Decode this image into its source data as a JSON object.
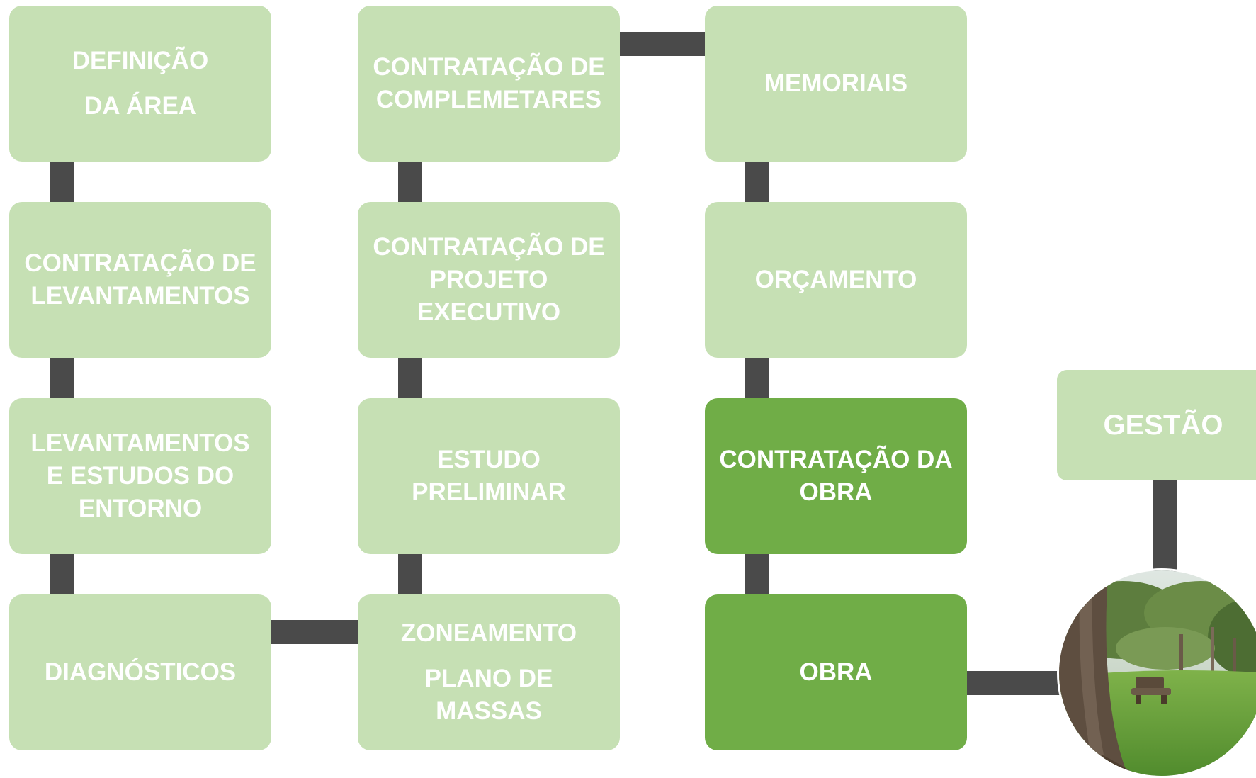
{
  "steps": {
    "definicao_area": {
      "lines": [
        "DEFINIÇÃO",
        "DA ÁREA"
      ]
    },
    "contratacao_levantamentos": {
      "lines": [
        "CONTRATAÇÃO DE",
        "LEVANTAMENTOS"
      ]
    },
    "levantamentos_estudos": {
      "lines": [
        "LEVANTAMENTOS",
        "E ESTUDOS DO",
        "ENTORNO"
      ]
    },
    "diagnosticos": {
      "lines": [
        "DIAGNÓSTICOS"
      ]
    },
    "contratacao_complementares": {
      "lines": [
        "CONTRATAÇÃO DE",
        "COMPLEMETARES"
      ]
    },
    "contratacao_projeto_executivo": {
      "lines": [
        "CONTRATAÇÃO DE",
        "PROJETO",
        "EXECUTIVO"
      ]
    },
    "estudo_preliminar": {
      "lines": [
        "ESTUDO",
        "PRELIMINAR"
      ]
    },
    "zoneamento": {
      "lines": [
        "ZONEAMENTO",
        "PLANO DE",
        "MASSAS"
      ]
    },
    "memoriais": {
      "lines": [
        "MEMORIAIS"
      ]
    },
    "orcamento": {
      "lines": [
        "ORÇAMENTO"
      ]
    },
    "contratacao_obra": {
      "lines": [
        "CONTRATAÇÃO DA",
        "OBRA"
      ]
    },
    "obra": {
      "lines": [
        "OBRA"
      ]
    },
    "gestao": {
      "lines": [
        "GESTÃO"
      ]
    }
  },
  "colors": {
    "box_light": "#c6e0b4",
    "box_dark": "#70ad47",
    "connector": "#4a4a4a",
    "text": "#ffffff"
  },
  "photo": {
    "subject": "park-with-tree-and-bench-photo"
  }
}
